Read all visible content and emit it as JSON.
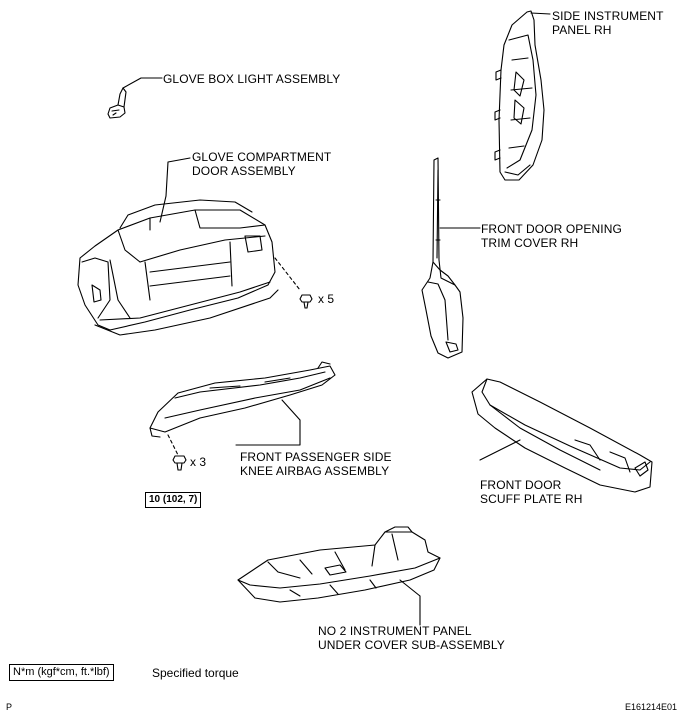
{
  "labels": {
    "side_panel": [
      "SIDE INSTRUMENT",
      "PANEL RH"
    ],
    "glove_light": [
      "GLOVE BOX LIGHT ASSEMBLY"
    ],
    "glove_door": [
      "GLOVE COMPARTMENT",
      "DOOR ASSEMBLY"
    ],
    "door_trim": [
      "FRONT DOOR OPENING",
      "TRIM COVER RH"
    ],
    "knee_airbag": [
      "FRONT PASSENGER SIDE",
      "KNEE AIRBAG ASSEMBLY"
    ],
    "scuff_plate": [
      "FRONT DOOR",
      "SCUFF PLATE RH"
    ],
    "under_cover": [
      "NO  2 INSTRUMENT PANEL",
      "UNDER COVER SUB-ASSEMBLY"
    ]
  },
  "quantities": {
    "glove_door_screws": "x 5",
    "airbag_bolts": "x 3"
  },
  "torque_value": "10 (102, 7)",
  "legend": {
    "unit": "N*m (kgf*cm, ft.*lbf)",
    "text": "Specified torque"
  },
  "footer": {
    "left": "P",
    "right": "E161214E01"
  },
  "colors": {
    "ink": "#000000",
    "paper": "#ffffff"
  }
}
